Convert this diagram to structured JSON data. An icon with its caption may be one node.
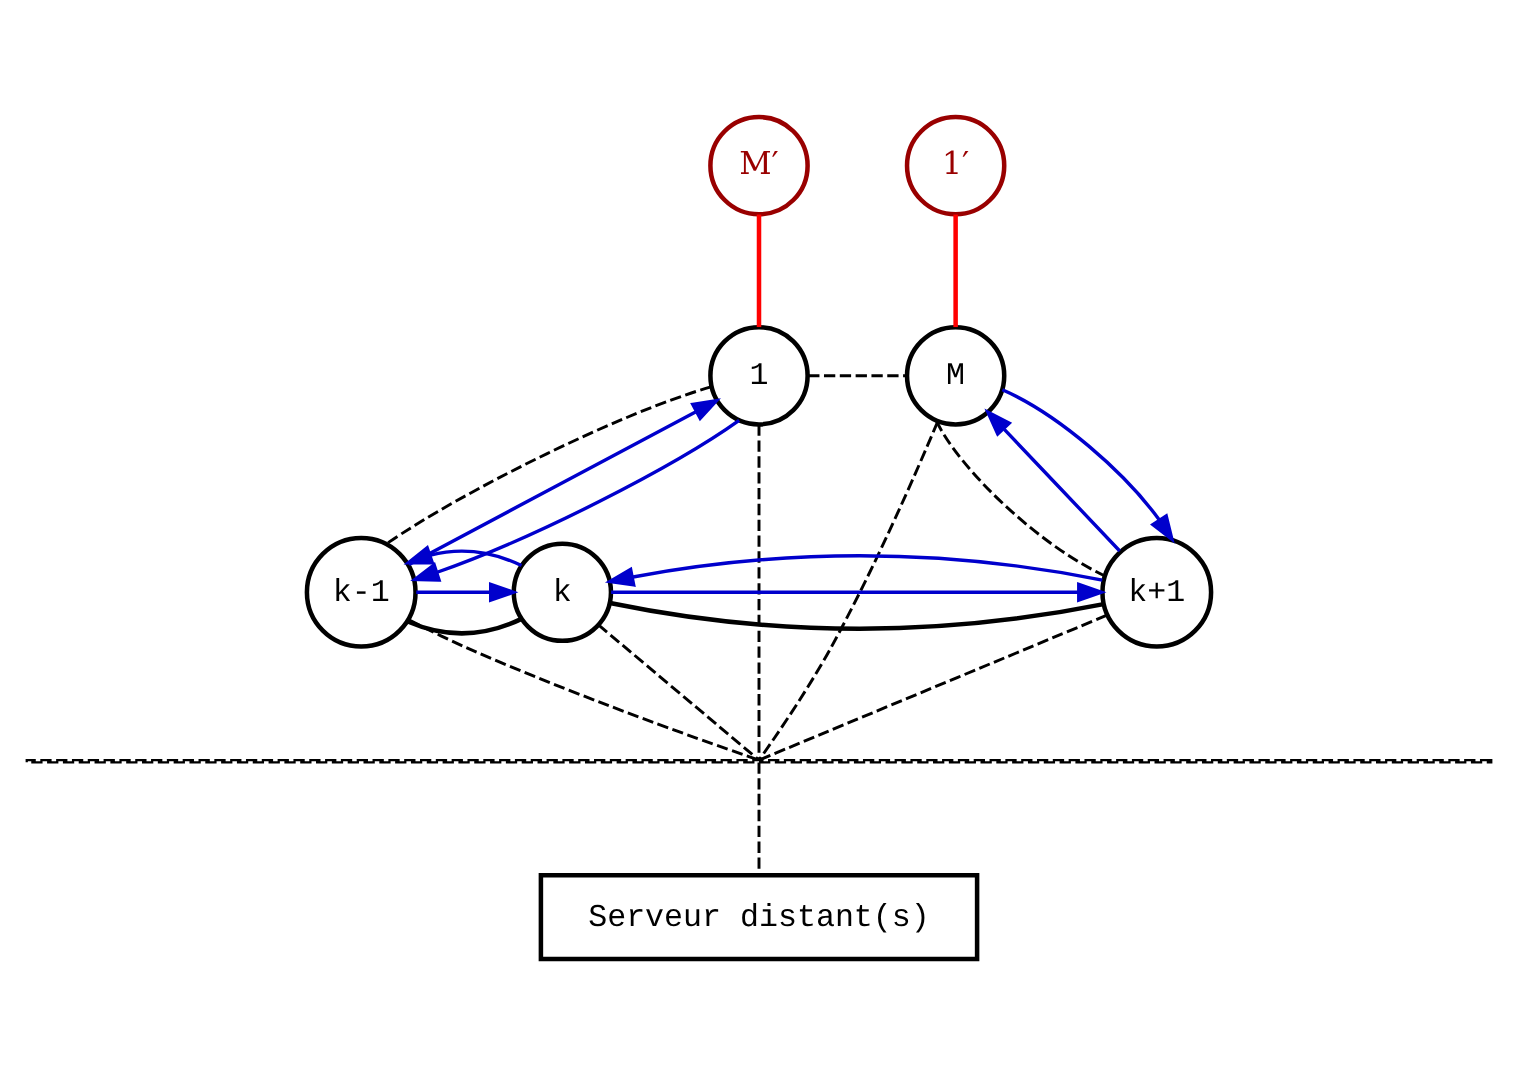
{
  "diagram": {
    "nodes": [
      {
        "text": [
          "M′"
        ]
      },
      {
        "text": [
          "1′"
        ]
      },
      {
        "text": [
          "1"
        ]
      },
      {
        "text": [
          "M"
        ]
      },
      {
        "text": [
          "k-1"
        ]
      },
      {
        "text": [
          "k"
        ]
      },
      {
        "text": [
          "k+1"
        ]
      },
      {
        "text": [],
        "shape": "bar"
      },
      {
        "text": [
          "Serveur distant(s)"
        ]
      }
    ],
    "edges": [
      {
        "from": 0,
        "to": 2,
        "arrow": "none",
        "color": "#ff0000"
      },
      {
        "from": 1,
        "to": 3,
        "arrow": "none",
        "color": "#ff0000"
      },
      {
        "from": 2,
        "to": 3,
        "arrow": "none",
        "style": "dashed"
      },
      {
        "from": 2,
        "to": 4,
        "arrow": "none",
        "style": "dashed"
      },
      {
        "from": 3,
        "to": 6,
        "arrow": "none",
        "style": "dashed"
      },
      {
        "from": 4,
        "to": 5,
        "arrow": "none"
      },
      {
        "from": 5,
        "to": 6,
        "arrow": "none"
      },
      {
        "from": 4,
        "to": 5,
        "arrow": "to",
        "color": "#0000cc"
      },
      {
        "from": 5,
        "to": 4,
        "arrow": "to",
        "color": "#0000cc"
      },
      {
        "from": 5,
        "to": 6,
        "arrow": "to",
        "color": "#0000cc"
      },
      {
        "from": 6,
        "to": 5,
        "arrow": "to",
        "color": "#0000cc"
      },
      {
        "from": 4,
        "to": 2,
        "arrow": "to",
        "color": "#0000cc"
      },
      {
        "from": 2,
        "to": 4,
        "arrow": "to",
        "color": "#0000cc"
      },
      {
        "from": 6,
        "to": 3,
        "arrow": "to",
        "color": "#0000cc"
      },
      {
        "from": 3,
        "to": 6,
        "arrow": "to",
        "color": "#0000cc"
      },
      {
        "from": 2,
        "to": 7,
        "arrow": "none",
        "style": "dashed"
      },
      {
        "from": 3,
        "to": 7,
        "arrow": "none",
        "style": "dashed"
      },
      {
        "from": 4,
        "to": 7,
        "arrow": "none",
        "style": "dashed"
      },
      {
        "from": 5,
        "to": 7,
        "arrow": "none",
        "style": "dashed"
      },
      {
        "from": 6,
        "to": 7,
        "arrow": "none",
        "style": "dashed"
      },
      {
        "from": 7,
        "to": 8,
        "arrow": "none",
        "style": "dashed"
      }
    ]
  }
}
